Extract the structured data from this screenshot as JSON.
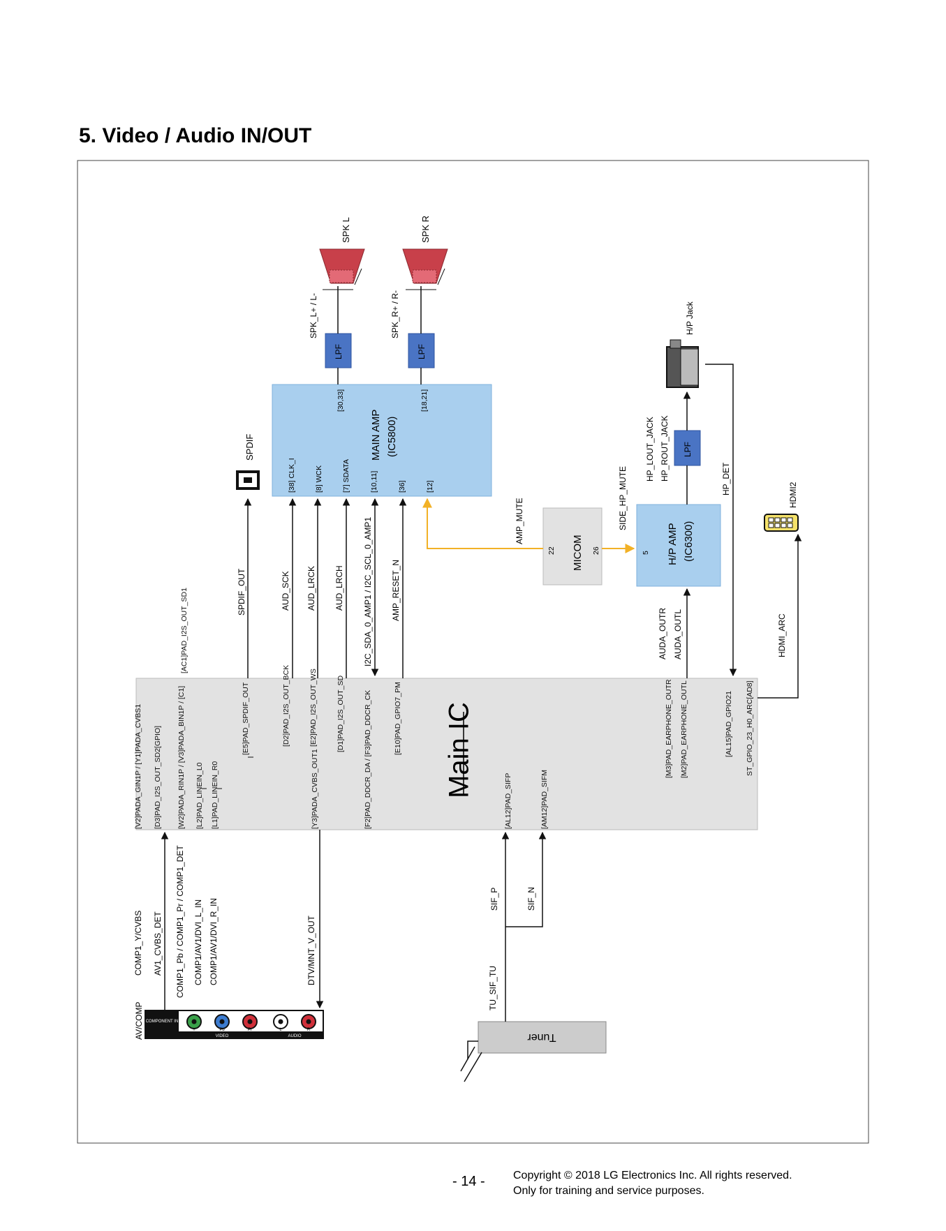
{
  "page": {
    "title": "5. Video / Audio IN/OUT",
    "page_number": "- 14 -",
    "copyright_line1": "Copyright © 2018 LG Electronics Inc. All rights reserved.",
    "copyright_line2": "Only for training and service purposes."
  },
  "colors": {
    "main_ic": "#e2e2e2",
    "amp": "#a9cfee",
    "lpf": "#4a74c4",
    "speaker": "#c8404a",
    "mute_line": "#f2b126",
    "micom": "#e2e2e2",
    "tuner": "#cccccc"
  },
  "blocks": {
    "main_ic": "Main IC",
    "main_amp": "MAIN AMP",
    "main_amp_ic": "(IC5800)",
    "hp_amp": "H/P AMP",
    "hp_amp_ic": "(IC6300)",
    "micom": "MICOM",
    "tuner": "Tuner",
    "lpf": "LPF"
  },
  "outputs": {
    "spk_l": "SPK L",
    "spk_r": "SPK R",
    "spk_l_net": "SPK_L+ / L-",
    "spk_r_net": "SPK_R+ / R-",
    "hp_jack": "H/P Jack",
    "spdif": "SPDIF",
    "hdmi2": "HDMI2",
    "av_comp": "AV/COMP"
  },
  "amp_pins": {
    "p1": "[38] CLK_I",
    "p2": "[8] WCK",
    "p3": "[7] SDATA",
    "p4": "[10,11]",
    "p5": "[36]",
    "p6": "[12]",
    "p7": "[30,33]",
    "p8": "[18,21]"
  },
  "signals": {
    "spdif_out": "SPDIF_OUT",
    "aud_sck": "AUD_SCK",
    "aud_lrck": "AUD_LRCK",
    "aud_lrch": "AUD_LRCH",
    "i2c": "I2C_SDA_0_AMP1 / I2C_SCL_0_AMP1",
    "amp_reset": "AMP_RESET_N",
    "amp_mute": "AMP_MUTE",
    "side_hp_mute": "SIDE_HP_MUTE",
    "hp_lout": "HP_LOUT_JACK",
    "hp_rout": "HP_ROUT_JACK",
    "hp_det": "HP_DET",
    "auda_outr": "AUDA_OUTR",
    "auda_outl": "AUDA_OUTL",
    "hdmi_arc": "HDMI_ARC",
    "comp1_y": "COMP1_Y/CVBS",
    "av1_cvbs_det": "AV1_CVBS_DET",
    "comp1_pb": "COMP1_Pb / COMP1_Pr / COMP1_DET",
    "comp1_l": "COMP1/AV1/DVI_L_IN",
    "comp1_r": "COMP1/AV1/DVI_R_IN",
    "dtv_mnt": "DTV/MNT_V_OUT",
    "sif_p": "SIF_P",
    "sif_n": "SIF_N",
    "tu_sif": "TU_SIF_TU",
    "micom_22": "22",
    "micom_26": "26",
    "hp_amp_5": "5"
  },
  "main_ic_pins": {
    "i2s_sd1": "[AC1]PAD_I2S_OUT_SD1",
    "v2": "[V2]PADA_GIN1P / [Y1]PADA_CVBS1",
    "d3": "[D3]PAD_I2S_OUT_SD2[GPIO]",
    "w2": "[W2]PADA_RIN1P / [V3]PADA_BIN1P / [C1]",
    "l2": "[L2]PAD_LINEIN_L0",
    "l1": "[L1]PAD_LINEIN_R0",
    "e5": "[E5]PAD_SPDIF_OUT",
    "d2": "[D2]PAD_I2S_OUT_BCK",
    "e2": "[E2]PAD_I2S_OUT_WS",
    "y3": "[Y3]PADA_CVBS_OUT1",
    "d1": "[D1]PAD_I2S_OUT_SD",
    "f2": "[F2]PAD_DDCR_DA / [F3]PAD_DDCR_CK",
    "e10": "[E10]PAD_GPIO7_PM",
    "al12": "[AL12]PAD_SIFP",
    "am12": "[AM12]PAD_SIFM",
    "m3": "[M3]PAD_EARPHONE_OUTR",
    "m2": "[M2]PAD_EARPHONE_OUTL",
    "al15": "[AL15]PAD_GPIO21",
    "st_gpio": "ST_GPIO_23_H0_ARC[AD8]"
  },
  "connector_labels": {
    "component_in": "COMPONENT IN",
    "video": "VIDEO",
    "audio": "AUDIO",
    "y": "Y",
    "pb": "Pb",
    "pr": "Pr",
    "l": "L",
    "r": "R"
  }
}
